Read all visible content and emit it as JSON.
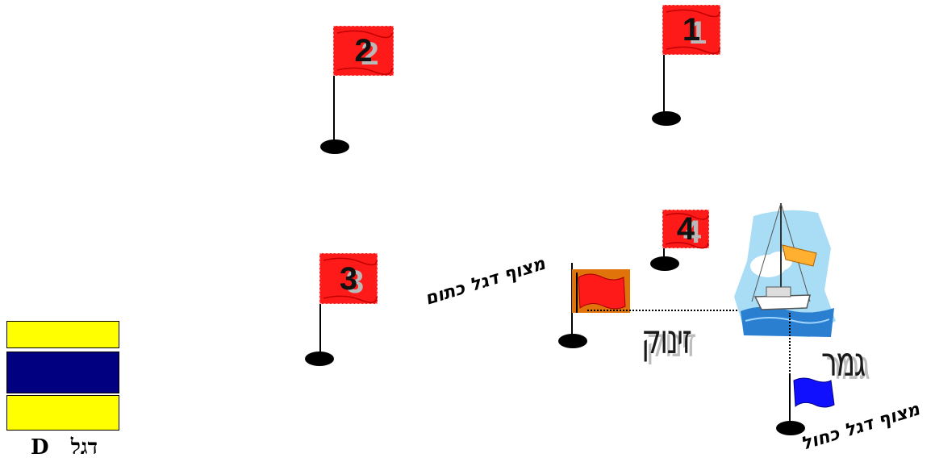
{
  "marks": [
    {
      "id": "1",
      "label": "1"
    },
    {
      "id": "2",
      "label": "2"
    },
    {
      "id": "3",
      "label": "3"
    },
    {
      "id": "4",
      "label": "4"
    }
  ],
  "labels": {
    "start_flag_observer": "מצוף דגל כתום",
    "finish_flag_observer": "מצוף דגל כחול",
    "start_word": "זינוק",
    "finish_word": "גמר"
  },
  "signal_flag": {
    "caption_hebrew": "דגל",
    "caption_letter": "D",
    "colors": {
      "top": "#ffff00",
      "middle": "#000080",
      "bottom": "#ffff00"
    }
  },
  "colors": {
    "mark_flag": "#ff1a1a",
    "start_flag": "#ff1a1a",
    "start_flag_background": "#e0740a",
    "finish_flag": "#1010ff",
    "sail": "#ffb030",
    "sky": "#a8ddf5",
    "water": "#2a7fd0"
  }
}
